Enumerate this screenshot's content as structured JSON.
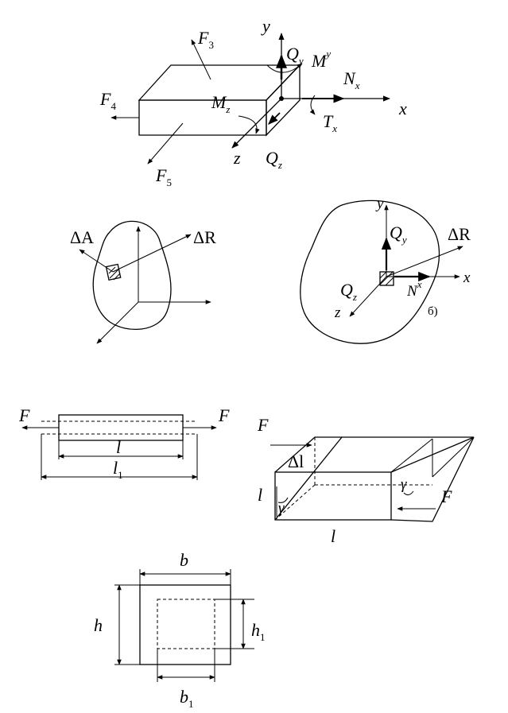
{
  "fig1": {
    "F3": "F",
    "F3_sub": "3",
    "F4": "F",
    "F4_sub": "4",
    "F5": "F",
    "F5_sub": "5",
    "y": "y",
    "x": "x",
    "z": "z",
    "Qy": "Q",
    "Qy_sub": "y",
    "My": "M",
    "My_sub": "y",
    "Nx": "N",
    "Nx_sub": "x",
    "Mz": "M",
    "Mz_sub": "z",
    "Tx": "T",
    "Tx_sub": "x",
    "Qz": "Q",
    "Qz_sub": "z"
  },
  "fig2a": {
    "dA": "ΔA",
    "dR": "ΔR"
  },
  "fig2b": {
    "y": "y",
    "x": "x",
    "z": "z",
    "Qy": "Q",
    "Qy_sub": "y",
    "dR": "ΔR",
    "Qz": "Q",
    "Qz_sub": "z",
    "Nx": "N",
    "Nx_sub": "x",
    "b_label": "б)"
  },
  "fig3": {
    "F_left": "F",
    "F_right": "F",
    "l": "l",
    "l1": "l",
    "l1_sub": "1"
  },
  "fig4": {
    "F_top": "F",
    "dl": "Δl",
    "l_left": "l",
    "gamma1": "γ",
    "gamma2": "γ",
    "F_right": "F",
    "l_bottom": "l"
  },
  "fig5": {
    "b": "b",
    "h": "h",
    "h1": "h",
    "h1_sub": "1",
    "b1": "b",
    "b1_sub": "1"
  }
}
